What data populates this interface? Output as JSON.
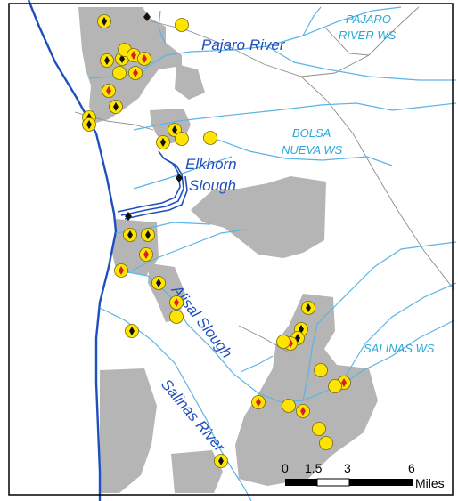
{
  "colors": {
    "background": "#ffffff",
    "ocean": "#ffffff",
    "urban_areas": "#b5b5b5",
    "coastline": "#1f4fbf",
    "rivers": "#5ab4e6",
    "watershed_boundaries": "#8c8c8c",
    "sites_fill": "#ffe400",
    "sites_stroke": "#7a6a00",
    "marker_black": "#111111",
    "marker_red": "#d8201e",
    "river_label": "#1f4fbf",
    "watershed_label": "#2aa8d8",
    "frame": "#000000"
  },
  "labels": {
    "pajaro_river": "Pajaro River",
    "elkhorn_line1": "Elkhorn",
    "elkhorn_line2": "Slough",
    "alisal_slough": "Alisal Slough",
    "salinas_river": "Salinas River",
    "pajaro_ws_line1": "PAJARO",
    "pajaro_ws_line2": "RIVER WS",
    "bolsa_ws_line1": "BOLSA",
    "bolsa_ws_line2": "NUEVA WS",
    "salinas_ws": "SALINAS WS"
  },
  "scale_bar": {
    "ticks": [
      "0",
      "1.5",
      "3",
      "6"
    ],
    "unit": "Miles"
  },
  "legend_items": [
    {
      "name": "site-no-inner-marker",
      "description": "yellow circle"
    },
    {
      "name": "site-black-diamond",
      "description": "yellow circle with black diamond"
    },
    {
      "name": "site-red-diamond",
      "description": "yellow circle with red diamond"
    }
  ]
}
